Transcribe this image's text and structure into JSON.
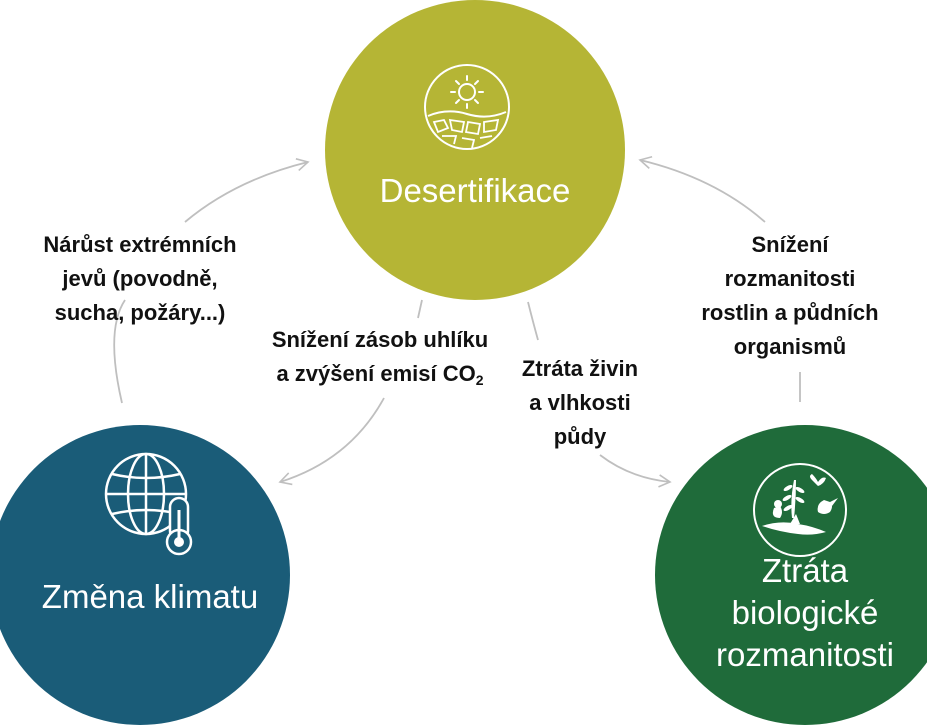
{
  "nodes": {
    "desertification": {
      "label": "Desertifikace",
      "icon": "sun-cracked-earth-icon",
      "color": "#b5b535"
    },
    "climate": {
      "label": "Změna klimatu",
      "icon": "globe-thermometer-icon",
      "color": "#1a5c78"
    },
    "biodiversity": {
      "label_lines": [
        "Ztráta",
        "biologické",
        "rozmanitosti"
      ],
      "icon": "wildlife-icon",
      "color": "#1f6b3a"
    }
  },
  "edges": {
    "climate_to_desert": {
      "lines": [
        "Nárůst extrémních",
        "jevů (povodně,",
        "sucha, požáry...)"
      ]
    },
    "desert_to_climate": {
      "line1": "Snížení zásob uhlíku",
      "line2_prefix": "a zvýšení emisí CO",
      "line2_sub": "2"
    },
    "desert_to_bio": {
      "lines": [
        "Ztráta živin",
        "a vlhkosti",
        "půdy"
      ]
    },
    "bio_to_desert": {
      "lines": [
        "Snížení",
        "rozmanitosti",
        "rostlin a půdních",
        "organismů"
      ]
    }
  },
  "colors": {
    "connector": "#bfbfbf",
    "text": "#111111"
  }
}
